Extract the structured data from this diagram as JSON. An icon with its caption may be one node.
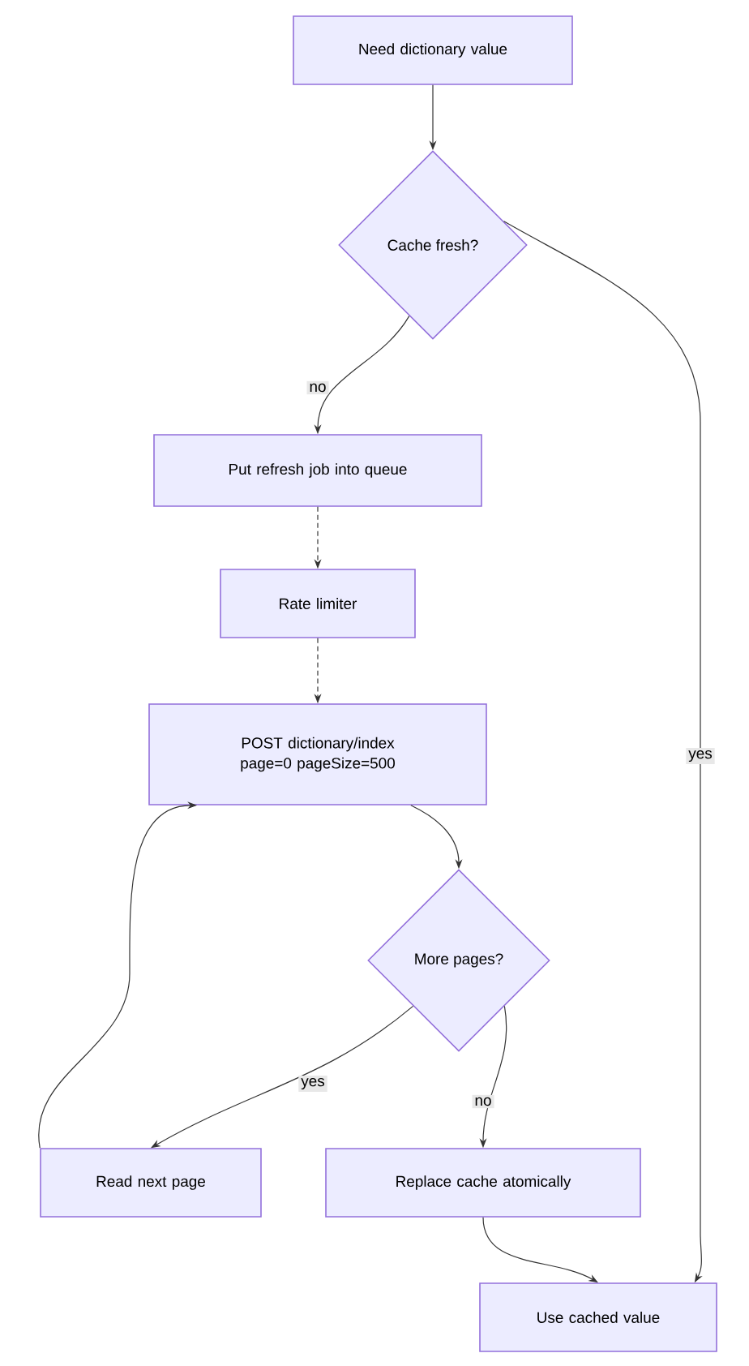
{
  "diagram": {
    "nodes": [
      {
        "text": [
          "Need dictionary value"
        ]
      },
      {
        "text": [
          "Cache fresh?"
        ]
      },
      {
        "text": [
          "Put refresh job into queue"
        ]
      },
      {
        "text": [
          "Rate limiter"
        ]
      },
      {
        "text": [
          "POST dictionary/index page=0 pageSize=500"
        ]
      },
      {
        "text": [
          "More pages?"
        ]
      },
      {
        "text": [
          "Read next page"
        ]
      },
      {
        "text": [
          "Replace cache atomically"
        ]
      },
      {
        "text": [
          "Use cached value"
        ]
      }
    ],
    "edges": [
      {
        "from": 0,
        "to": 1,
        "arrow": "to"
      },
      {
        "from": 1,
        "to": 2,
        "arrow": "to",
        "label": "no"
      },
      {
        "from": 1,
        "to": 8,
        "arrow": "to",
        "label": "yes"
      },
      {
        "from": 2,
        "to": 3,
        "arrow": "to",
        "style": "dashed"
      },
      {
        "from": 3,
        "to": 4,
        "arrow": "to",
        "style": "dashed"
      },
      {
        "from": 4,
        "to": 5,
        "arrow": "to"
      },
      {
        "from": 5,
        "to": 6,
        "arrow": "to",
        "label": "yes"
      },
      {
        "from": 5,
        "to": 7,
        "arrow": "to",
        "label": "no"
      },
      {
        "from": 6,
        "to": 4,
        "arrow": "to"
      },
      {
        "from": 7,
        "to": 8,
        "arrow": "to"
      }
    ]
  }
}
